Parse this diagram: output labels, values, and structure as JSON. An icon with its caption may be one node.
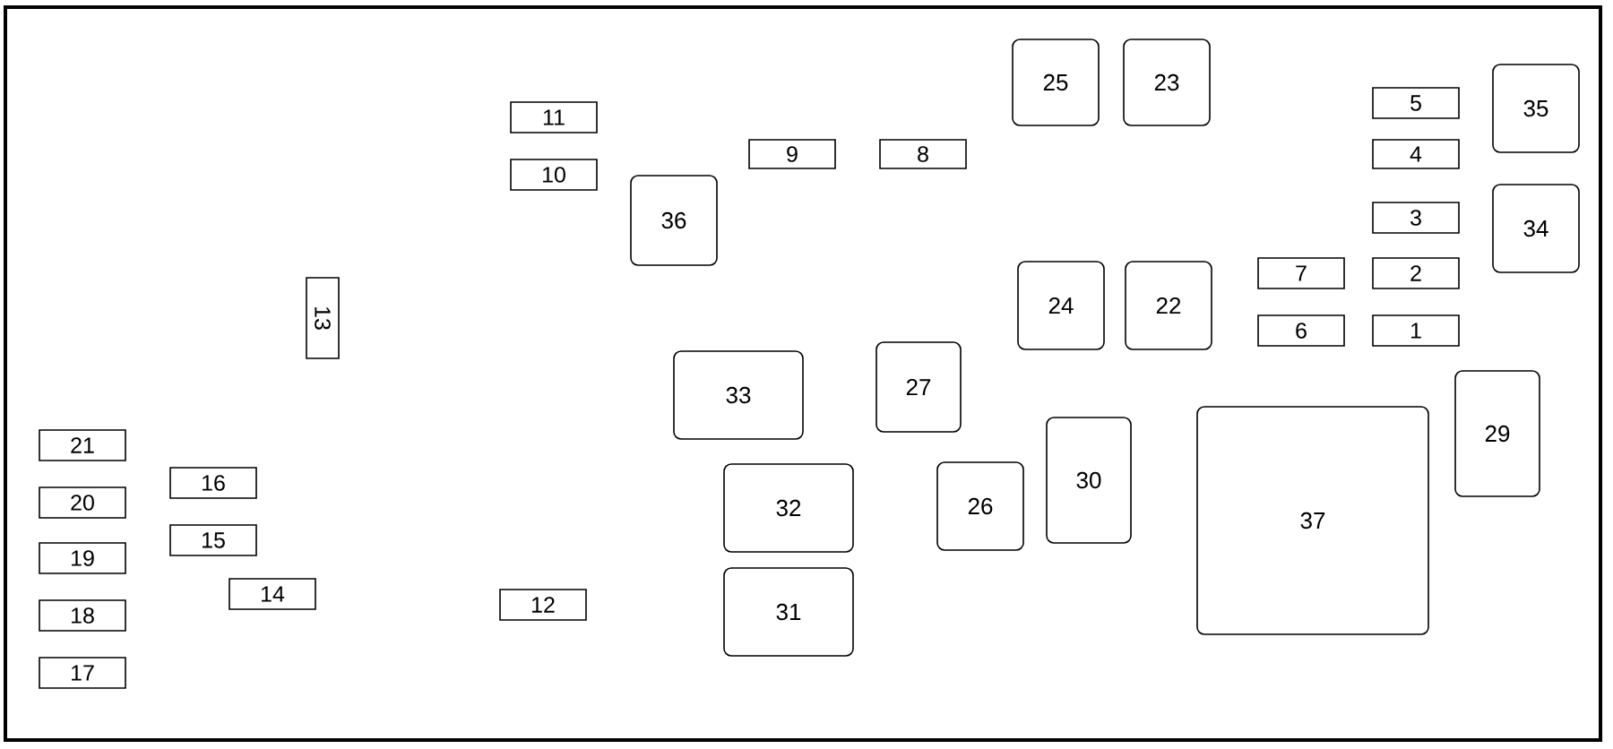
{
  "diagram": {
    "nodes": [
      {
        "text": [
          "25"
        ]
      },
      {
        "text": [
          "23"
        ]
      },
      {
        "text": [
          "11"
        ]
      },
      {
        "text": [
          "5"
        ]
      },
      {
        "text": [
          "35"
        ]
      },
      {
        "text": [
          "9"
        ]
      },
      {
        "text": [
          "8"
        ]
      },
      {
        "text": [
          "4"
        ]
      },
      {
        "text": [
          "10"
        ]
      },
      {
        "text": [
          "36"
        ]
      },
      {
        "text": [
          "3"
        ]
      },
      {
        "text": [
          "34"
        ]
      },
      {
        "text": [
          "7"
        ]
      },
      {
        "text": [
          "2"
        ]
      },
      {
        "text": [
          "24"
        ]
      },
      {
        "text": [
          "22"
        ]
      },
      {
        "text": [
          "13"
        ]
      },
      {
        "text": [
          "6"
        ]
      },
      {
        "text": [
          "1"
        ]
      },
      {
        "text": [
          "27"
        ]
      },
      {
        "text": [
          "33"
        ]
      },
      {
        "text": [
          "29"
        ]
      },
      {
        "text": [
          "37"
        ]
      },
      {
        "text": [
          "30"
        ]
      },
      {
        "text": [
          "21"
        ]
      },
      {
        "text": [
          "26"
        ]
      },
      {
        "text": [
          "32"
        ]
      },
      {
        "text": [
          "16"
        ]
      },
      {
        "text": [
          "20"
        ]
      },
      {
        "text": [
          "15"
        ]
      },
      {
        "text": [
          "19"
        ]
      },
      {
        "text": [
          "14"
        ]
      },
      {
        "text": [
          "12"
        ]
      },
      {
        "text": [
          "31"
        ]
      },
      {
        "text": [
          "18"
        ]
      },
      {
        "text": [
          "17"
        ]
      }
    ]
  }
}
